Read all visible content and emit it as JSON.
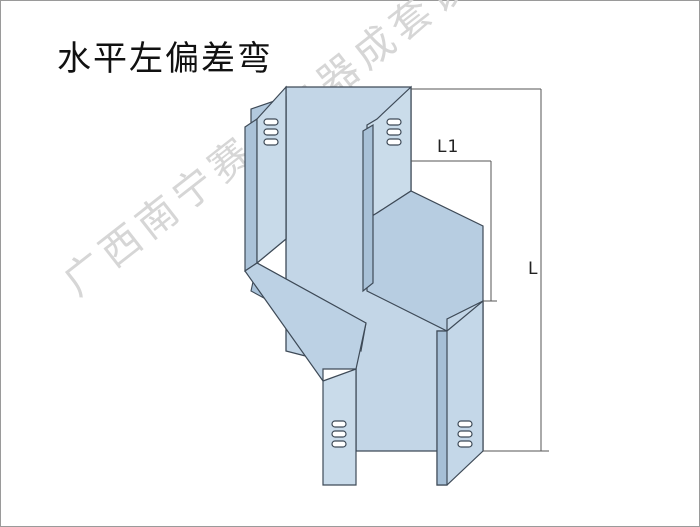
{
  "title": "水平左偏差弯",
  "dimensions": {
    "offset_label": "L1",
    "length_label": "L"
  },
  "watermark": "广西南宁赛多电器成套设备有限公司",
  "colors": {
    "tray_fill": "#b9cfe2",
    "tray_light": "#d2e1ee",
    "tray_stroke": "#3e4a57",
    "dim_line": "#555555"
  }
}
